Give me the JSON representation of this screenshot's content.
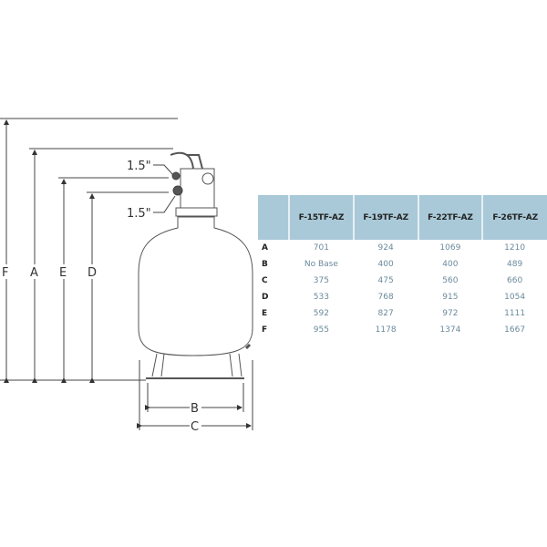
{
  "diagram": {
    "dimension_labels": {
      "F": "F",
      "A": "A",
      "E": "E",
      "D": "D",
      "B": "B",
      "C": "C"
    },
    "port_labels": [
      "1.5\"",
      "1.5\""
    ]
  },
  "table": {
    "columns": [
      "F-15TF-AZ",
      "F-19TF-AZ",
      "F-22TF-AZ",
      "F-26TF-AZ"
    ],
    "rows": [
      {
        "label": "A",
        "values": [
          "701",
          "924",
          "1069",
          "1210"
        ]
      },
      {
        "label": "B",
        "values": [
          "No Base",
          "400",
          "400",
          "489"
        ]
      },
      {
        "label": "C",
        "values": [
          "375",
          "475",
          "560",
          "660"
        ]
      },
      {
        "label": "D",
        "values": [
          "533",
          "768",
          "915",
          "1054"
        ]
      },
      {
        "label": "E",
        "values": [
          "592",
          "827",
          "972",
          "1111"
        ]
      },
      {
        "label": "F",
        "values": [
          "955",
          "1178",
          "1374",
          "1667"
        ]
      }
    ]
  },
  "colors": {
    "header_bg": "#a9c9d8",
    "value_text": "#6a8a9c"
  }
}
